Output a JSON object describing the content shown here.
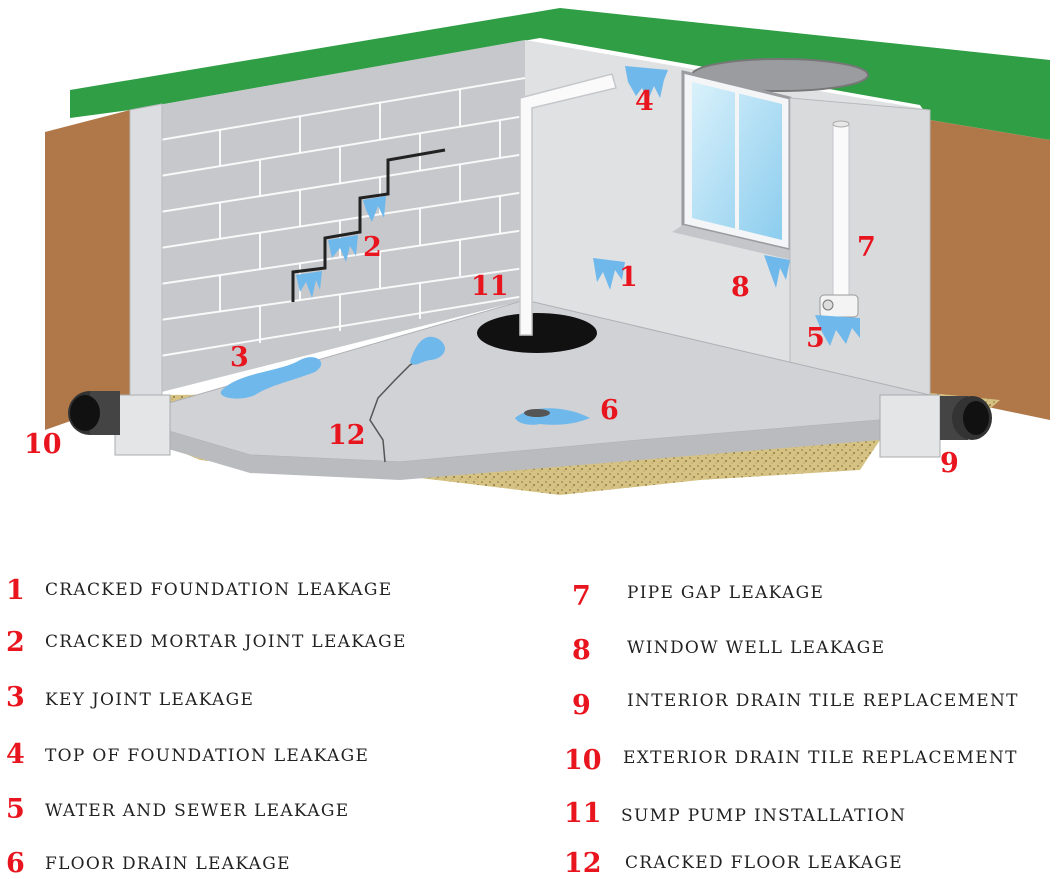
{
  "markers": [
    "1",
    "2",
    "3",
    "4",
    "5",
    "6",
    "7",
    "8",
    "9",
    "10",
    "11",
    "12"
  ],
  "legend": [
    {
      "num": "1",
      "text": "CRACKED FOUNDATION LEAKAGE"
    },
    {
      "num": "2",
      "text": "CRACKED MORTAR JOINT LEAKAGE"
    },
    {
      "num": "3",
      "text": "KEY JOINT LEAKAGE"
    },
    {
      "num": "4",
      "text": "TOP OF FOUNDATION LEAKAGE"
    },
    {
      "num": "5",
      "text": "WATER AND SEWER LEAKAGE"
    },
    {
      "num": "6",
      "text": "FLOOR DRAIN LEAKAGE"
    },
    {
      "num": "7",
      "text": "PIPE GAP LEAKAGE"
    },
    {
      "num": "8",
      "text": "WINDOW WELL LEAKAGE"
    },
    {
      "num": "9",
      "text": "INTERIOR DRAIN TILE REPLACEMENT"
    },
    {
      "num": "10",
      "text": "EXTERIOR DRAIN TILE REPLACEMENT"
    },
    {
      "num": "11",
      "text": "SUMP PUMP INSTALLATION"
    },
    {
      "num": "12",
      "text": "CRACKED FLOOR LEAKAGE"
    }
  ],
  "colors": {
    "grass": "#2f9e45",
    "soil": "#b07848",
    "gravel": "#d9c78a",
    "concrete": "#cfd0d3",
    "water": "#6fb8ec",
    "marker": "#e8151f",
    "text": "#222222"
  }
}
